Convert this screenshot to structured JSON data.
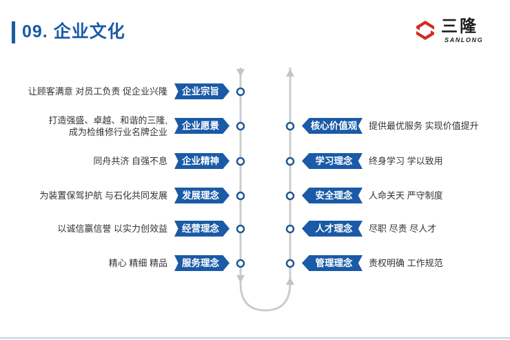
{
  "header": {
    "title": "09. 企业文化"
  },
  "logo": {
    "cn": "三隆",
    "en": "SANLONG"
  },
  "colors": {
    "accent": "#1a5aa6",
    "logo_red": "#d42a22",
    "flow_line": "#cccccc"
  },
  "left": {
    "items": [
      {
        "label": "企业宗旨",
        "lines": [
          "让顾客满意 对员工负责 促企业兴隆"
        ]
      },
      {
        "label": "企业愿景",
        "lines": [
          "打造强盛、卓越、和谐的三隆,",
          "成为检维修行业名牌企业"
        ]
      },
      {
        "label": "企业精神",
        "lines": [
          "同舟共济  自强不息"
        ]
      },
      {
        "label": "发展理念",
        "lines": [
          "为装置保驾护航 与石化共同发展"
        ]
      },
      {
        "label": "经营理念",
        "lines": [
          "以诚信赢信誉  以实力创效益"
        ]
      },
      {
        "label": "服务理念",
        "lines": [
          "精心  精细  精品"
        ]
      }
    ]
  },
  "right": {
    "items": [
      {
        "label": "核心价值观",
        "lines": [
          "提供最优服务  实现价值提升"
        ]
      },
      {
        "label": "学习理念",
        "lines": [
          "终身学习  学以致用"
        ]
      },
      {
        "label": "安全理念",
        "lines": [
          "人命关天  严守制度"
        ]
      },
      {
        "label": "人才理念",
        "lines": [
          "尽职  尽责  尽人才"
        ]
      },
      {
        "label": "管理理念",
        "lines": [
          "责权明确  工作规范"
        ]
      }
    ]
  }
}
